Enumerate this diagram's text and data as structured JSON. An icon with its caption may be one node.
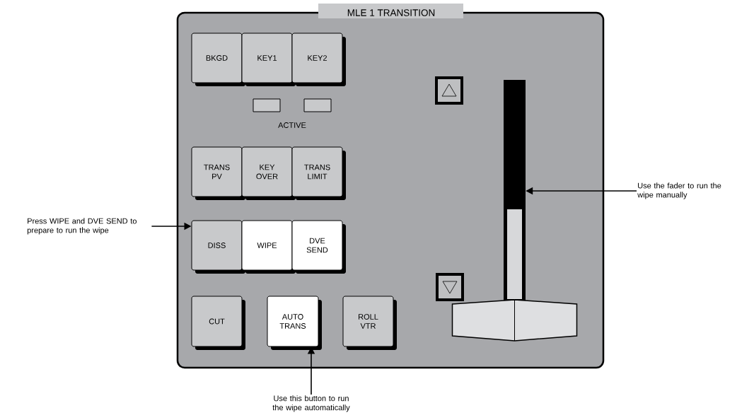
{
  "diagram": {
    "nodes": [
      {
        "text": [
          "MLE 1 TRANSITION"
        ]
      },
      {
        "text": [
          "BKGD"
        ],
        "in": 0
      },
      {
        "text": [
          "KEY1"
        ],
        "in": 0
      },
      {
        "text": [
          "KEY2"
        ],
        "in": 0
      },
      {
        "text": [],
        "shape": "box",
        "in": 0
      },
      {
        "text": [],
        "shape": "box",
        "in": 0
      },
      {
        "text": [
          "TRANS PV"
        ],
        "in": 0
      },
      {
        "text": [
          "KEY OVER"
        ],
        "in": 0
      },
      {
        "text": [
          "TRANS LIMIT"
        ],
        "in": 0
      },
      {
        "text": [
          "DISS"
        ],
        "in": 0
      },
      {
        "text": [
          "WIPE"
        ],
        "in": 0
      },
      {
        "text": [
          "DVE SEND"
        ],
        "in": 0
      },
      {
        "text": [
          "CUT"
        ],
        "in": 0
      },
      {
        "text": [
          "AUTO TRANS"
        ],
        "in": 0
      },
      {
        "text": [
          "ROLL VTR"
        ],
        "in": 0
      },
      {
        "text": [],
        "shape": "bar",
        "in": 0
      },
      {
        "text": [
          "Press WIPE and DVE SEND to prepare to run the wipe"
        ]
      },
      {
        "text": [
          "Use this button to run the wipe automatically"
        ]
      },
      {
        "text": [
          "Use the fader to run the wipe manually"
        ]
      }
    ],
    "edges": [
      {
        "from": 16,
        "to": 9,
        "arrow": "to"
      },
      {
        "from": 17,
        "to": 13,
        "arrow": "to"
      },
      {
        "from": 18,
        "to": 15,
        "arrow": "to"
      }
    ],
    "labels": [
      "ACTIVE"
    ]
  }
}
